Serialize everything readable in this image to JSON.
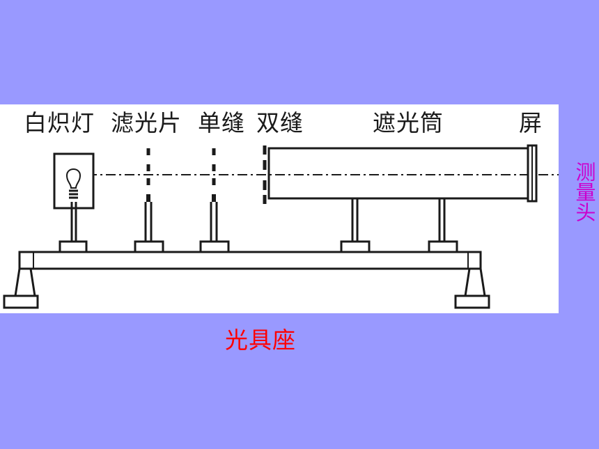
{
  "labels": {
    "lamp": "白炽灯",
    "filter": "滤光片",
    "single_slit": "单缝",
    "double_slit": "双缝",
    "tube": "遮光筒",
    "screen": "屏"
  },
  "side_label": "测量头",
  "bottom_label": "光具座",
  "colors": {
    "background": "#9999ff",
    "panel": "#ffffff",
    "ink": "#1a1a1a",
    "side_label": "#cc00cc",
    "bottom_label": "#ff0000"
  }
}
